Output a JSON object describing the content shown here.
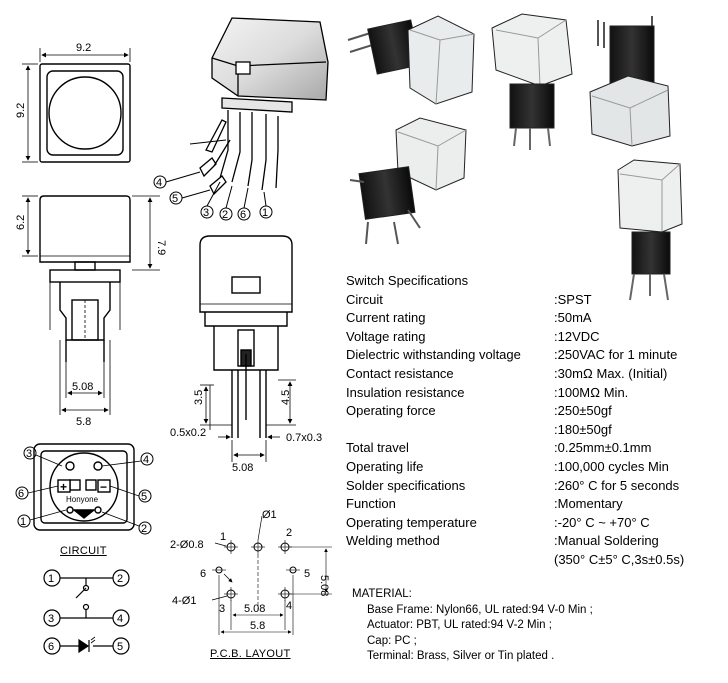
{
  "dimensions": {
    "top_width": "9.2",
    "top_height": "9.2",
    "side_cap": "6.2",
    "side_total": "7.9",
    "pin_span_inner": "5.08",
    "body_width": "5.8",
    "lead_35": "3.5",
    "lead_45": "4.5",
    "pin_05x02": "0.5x0.2",
    "pin_07x03": "0.7x0.3",
    "front_508": "5.08"
  },
  "pins": {
    "p1": "1",
    "p2": "2",
    "p3": "3",
    "p4": "4",
    "p5": "5",
    "p6": "6",
    "plus": "+",
    "minus": "−",
    "brand": "Honyone"
  },
  "pcb": {
    "title": "P.C.B. LAYOUT",
    "d1_top": "Ø1",
    "d08": "2-Ø0.8",
    "d4": "4-Ø1",
    "dim_508_h": "5.08",
    "dim_58_h": "5.8",
    "dim_508_v": "5.08"
  },
  "circuit": {
    "title": "CIRCUIT"
  },
  "specs": {
    "title": "Switch Specifications",
    "rows": [
      {
        "label": "Circuit",
        "value": ":SPST"
      },
      {
        "label": "Current rating",
        "value": ":50mA"
      },
      {
        "label": "Voltage rating",
        "value": ":12VDC"
      },
      {
        "label": "Dielectric withstanding voltage",
        "value": ":250VAC for 1 minute"
      },
      {
        "label": "Contact resistance",
        "value": ":30mΩ  Max. (Initial)"
      },
      {
        "label": "Insulation resistance",
        "value": ":100MΩ  Min."
      },
      {
        "label": "Operating force",
        "value": ":250±50gf"
      },
      {
        "label": "",
        "value": ":180±50gf"
      },
      {
        "label": "Total travel",
        "value": ":0.25mm±0.1mm"
      },
      {
        "label": "Operating life",
        "value": ":100,000 cycles Min"
      },
      {
        "label": "Solder specifications",
        "value": ":260°  C for 5 seconds"
      },
      {
        "label": "Function",
        "value": ":Momentary"
      },
      {
        "label": "Operating temperature",
        "value": ":-20°  C ~ +70°  C"
      },
      {
        "label": "Welding method",
        "value": ":Manual Soldering"
      },
      {
        "label": "",
        "value": "(350°  C±5°  C,3s±0.5s)"
      }
    ]
  },
  "material": {
    "title": "MATERIAL:",
    "lines": [
      "Base Frame: Nylon66, UL rated:94 V-0 Min ;",
      "Actuator: PBT, UL rated:94 V-2 Min ;",
      "Cap:  PC ;",
      "Terminal: Brass, Silver or Tin plated ."
    ]
  }
}
